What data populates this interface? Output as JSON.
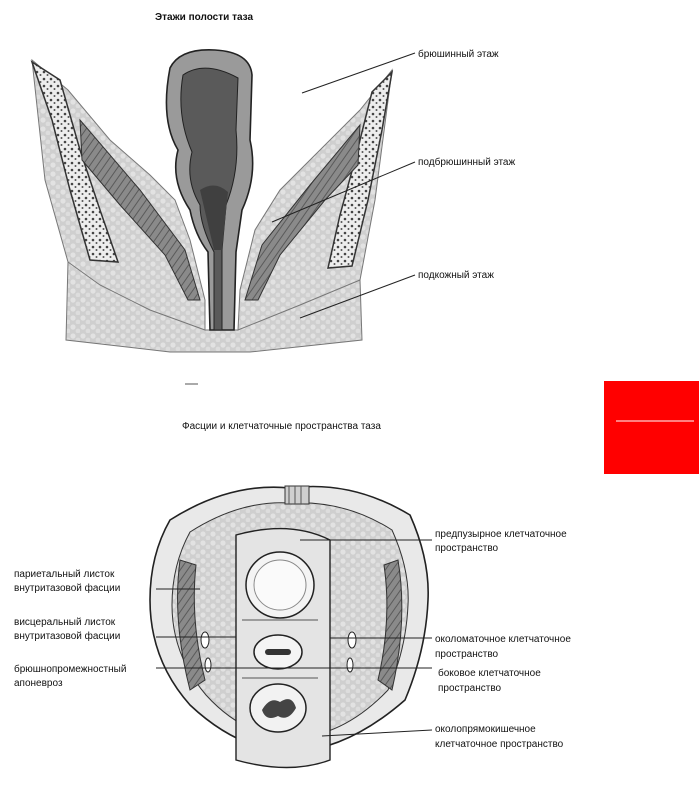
{
  "colors": {
    "accent_red": "#ff0000",
    "tissue_gray": "#c9c9c9",
    "muscle_dark": "#6e6e6e",
    "bone_light": "#e6e6e6",
    "line": "#222222"
  },
  "diagram1": {
    "title": "Этажи полости таза",
    "labels": {
      "peritoneal": "брюшинный этаж",
      "subperitoneal": "подбрюшинный этаж",
      "subcutaneous": "подкожный этаж"
    }
  },
  "diagram2": {
    "title": "Фасции и клетчаточные пространства таза",
    "left_labels": {
      "parietal_line1": "париетальный листок",
      "parietal_line2": "внутритазовой фасции",
      "visceral_line1": "висцеральный листок",
      "visceral_line2": "внутритазовой фасции",
      "aponeurosis_line1": "брюшнопромежностный",
      "aponeurosis_line2": "апоневроз"
    },
    "right_labels": {
      "prevesical_line1": "предпузырное клетчаточное",
      "prevesical_line2": "пространство",
      "parametrial_line1": "околоматочное клетчаточное",
      "parametrial_line2": "пространство",
      "lateral_line1": "боковое клетчаточное",
      "lateral_line2": "пространство",
      "pararectal_line1": "околопрямокишечное",
      "pararectal_line2": "клетчаточное пространство"
    }
  }
}
